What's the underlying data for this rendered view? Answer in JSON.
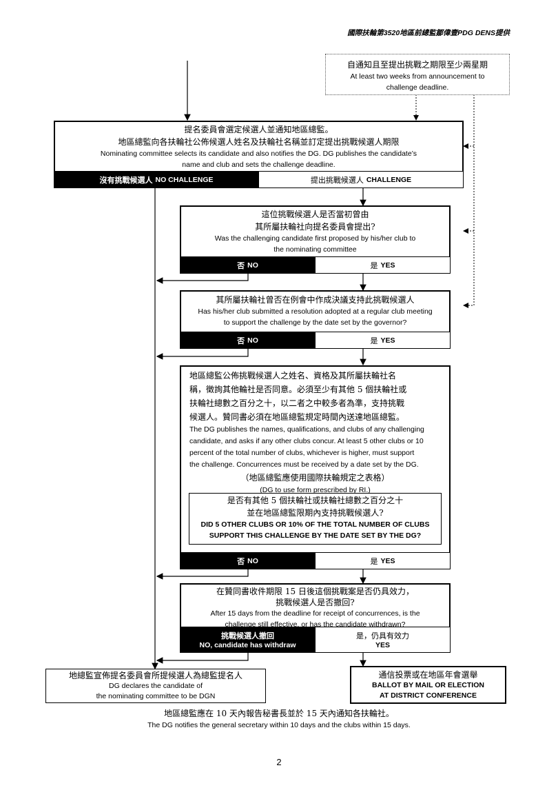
{
  "header": "國際扶輪第3520地區前總監鄒偉壹PDG DENS提供",
  "notice_box": {
    "zh": "自通知且至提出挑戰之期限至少兩星期",
    "en1": "At least two weeks from announcement to",
    "en2": "challenge deadline."
  },
  "box1": {
    "zh1": "提名委員會選定候選人並通知地區總監。",
    "zh2": "地區總監向各扶輪社公佈候選人姓名及扶輪社名稱並訂定提出挑戰候選人期限",
    "en1": "Nominating committee selects its candidate and also notifies the DG. DG publishes the candidate’s",
    "en2": "name and club and sets the challenge deadline.",
    "no_zh": "沒有挑戰候選人",
    "no_en": "NO CHALLENGE",
    "yes_zh": "提出挑戰候選人",
    "yes_en": "CHALLENGE"
  },
  "box2": {
    "zh1": "這位挑戰候選人是否當初曾由",
    "zh2": "其所屬扶輪社向提名委員會提出?",
    "en1": "Was the challenging candidate first proposed by his/her club to",
    "en2": "the nominating committee",
    "no_zh": "否",
    "no_en": "NO",
    "yes_zh": "是",
    "yes_en": "YES"
  },
  "box3": {
    "zh1": "其所屬扶輪社曾否在例會中作成決議支持此挑戰候選人",
    "en1": "Has his/her club submitted a resolution adopted at a regular club meeting",
    "en2": "to support the challenge by the date set by the governor?",
    "no_zh": "否",
    "no_en": "NO",
    "yes_zh": "是",
    "yes_en": "YES"
  },
  "box4": {
    "zh1": "地區總監公佈挑戰候選人之姓名、資格及其所屬扶輪社名",
    "zh2": "稱，徵詢其他輪社是否同意。必須至少有其他 5 個扶輪社或",
    "zh3": "扶輪社總數之百分之十，以二者之中較多者為準，支持挑戰",
    "zh4": "候選人。贊同書必須在地區總監規定時間內送達地區總監。",
    "en1": "The DG publishes the names, qualifications, and clubs of any challenging",
    "en2": "candidate, and asks if any other clubs concur. At least 5 other clubs or 10",
    "en3": "percent of the total number of clubs, whichever is higher, must support",
    "en4": "the challenge. Concurrences must be received by a date set by the DG.",
    "form_zh": "（地區總監應使用國際扶輪規定之表格）",
    "form_en": "(DG to use form prescribed by RI.)",
    "inner_zh1": "是否有其他 5 個扶輪社或扶輪社總數之百分之十",
    "inner_zh2": "並在地區總監限期內支持挑戰候選人?",
    "inner_en1": "DID 5 OTHER CLUBS OR 10% OF THE TOTAL NUMBER OF CLUBS",
    "inner_en2": "SUPPORT THIS CHALLENGE BY THE DATE SET BY THE DG?",
    "no_zh": "否",
    "no_en": "NO",
    "yes_zh": "是",
    "yes_en": "YES"
  },
  "box5": {
    "zh1": "在贊同書收件期限 15 日後這個挑戰案是否仍具效力，",
    "zh2": "挑戰候選人是否撤回?",
    "en1": "After 15 days from the deadline for receipt of concurrences, is the",
    "en2": "challenge still effective, or has the candidate withdrawn?",
    "no_zh": "挑戰候選人撤回",
    "no_en": "NO, candidate has withdraw",
    "yes_zh": "是，仍具有效力",
    "yes_en": "YES"
  },
  "result_left": {
    "zh": "地總監宣佈提名委員會所提候選人為總監提名人",
    "en1": "DG declares the candidate of",
    "en2": "the nominating committee to be DGN"
  },
  "result_right": {
    "zh": "通信投票或在地區年會選舉",
    "en1": "BALLOT BY MAIL OR ELECTION",
    "en2": "AT DISTRICT CONFERENCE"
  },
  "footer": {
    "zh": "地區總監應在 10 天內報告秘書長並於 15 天內通知各扶輪社。",
    "en": "The DG notifies the general secretary within 10 days and the clubs within 15 days."
  },
  "page_number": "2"
}
